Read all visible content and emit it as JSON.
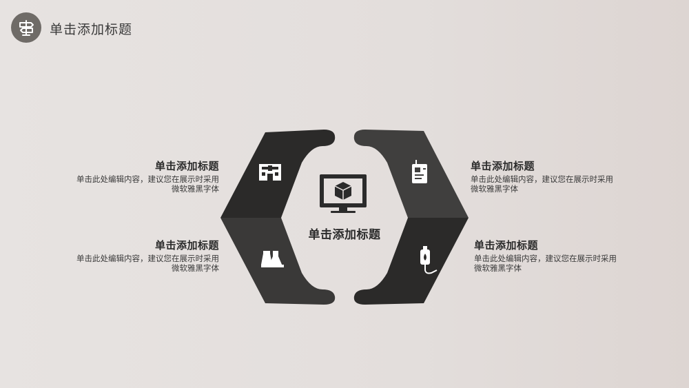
{
  "header": {
    "title": "单击添加标题",
    "logo_icon": "signpost-icon"
  },
  "center": {
    "title": "单击添加标题",
    "icon": "monitor-cube-icon"
  },
  "items": [
    {
      "title": "单击添加标题",
      "desc_line1": "单击此处编辑内容，建议您在展示时采用",
      "desc_line2": "微软雅黑字体",
      "icon": "hospital-icon"
    },
    {
      "title": "单击添加标题",
      "desc_line1": "单击此处编辑内容，建议您在展示时采用",
      "desc_line2": "微软雅黑字体",
      "icon": "lab-flask-icon"
    },
    {
      "title": "单击添加标题",
      "desc_line1": "单击此处编辑内容，建议您在展示时采用",
      "desc_line2": "微软雅黑字体",
      "icon": "id-badge-icon"
    },
    {
      "title": "单击添加标题",
      "desc_line1": "单击此处编辑内容，建议您在展示时采用",
      "desc_line2": "微软雅黑字体",
      "icon": "iv-drip-icon"
    }
  ],
  "colors": {
    "dark_band": "#2b2a29",
    "mid_band": "#3f3e3d",
    "logo_bg": "#6f6b67",
    "background": "#e5e0de"
  }
}
